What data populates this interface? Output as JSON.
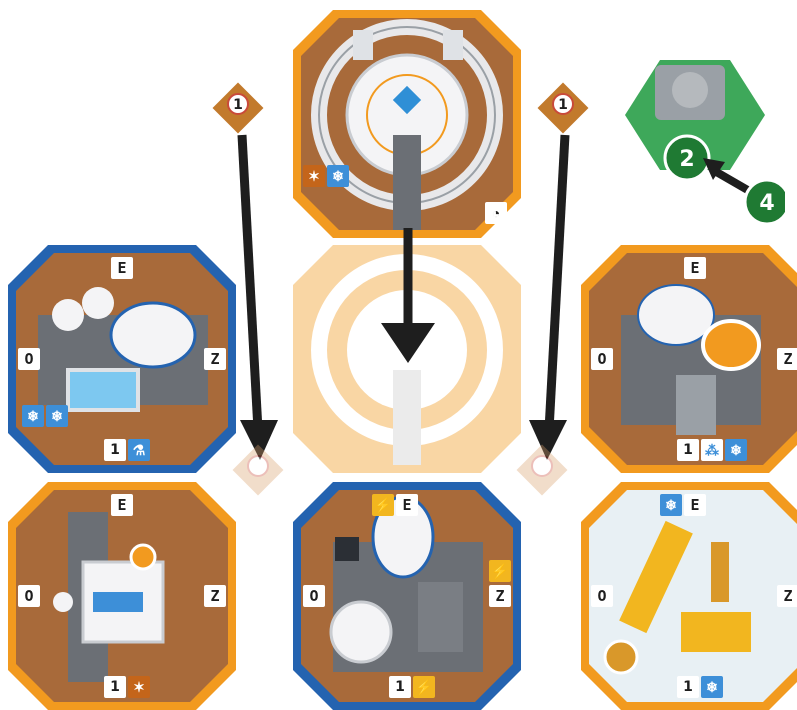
{
  "colors": {
    "orange": "#f29a1f",
    "blue": "#2463b0",
    "mars": "#a86a3a",
    "ice": "#e8f0f4",
    "green": "#3ea85a",
    "dark_green": "#1f7a33"
  },
  "tiles": {
    "top_center": {
      "type": "orange",
      "label": "command-center",
      "timer_icon": "timer-icon"
    },
    "ghost_center": {
      "type": "orange-faded",
      "label": "command-center-ghost"
    },
    "left_top": {
      "type": "blue",
      "side_labels": [
        "E",
        "Z",
        "O"
      ],
      "badge_value": "1"
    },
    "right_top": {
      "type": "orange",
      "side_labels": [
        "E",
        "Z",
        "O"
      ],
      "badge_value": "1"
    },
    "left_bottom": {
      "type": "orange",
      "side_labels": [
        "E",
        "Z",
        "O"
      ],
      "badge_value": "1"
    },
    "center_bottom": {
      "type": "blue",
      "side_labels": [
        "E",
        "Z",
        "O"
      ],
      "badge_value": "1"
    },
    "right_bottom": {
      "type": "orange-ice",
      "side_labels": [
        "E",
        "Z",
        "O"
      ],
      "badge_value": "1"
    }
  },
  "markers": {
    "left_marker": "1",
    "right_marker": "1",
    "green_front": "2",
    "green_back": "4"
  }
}
